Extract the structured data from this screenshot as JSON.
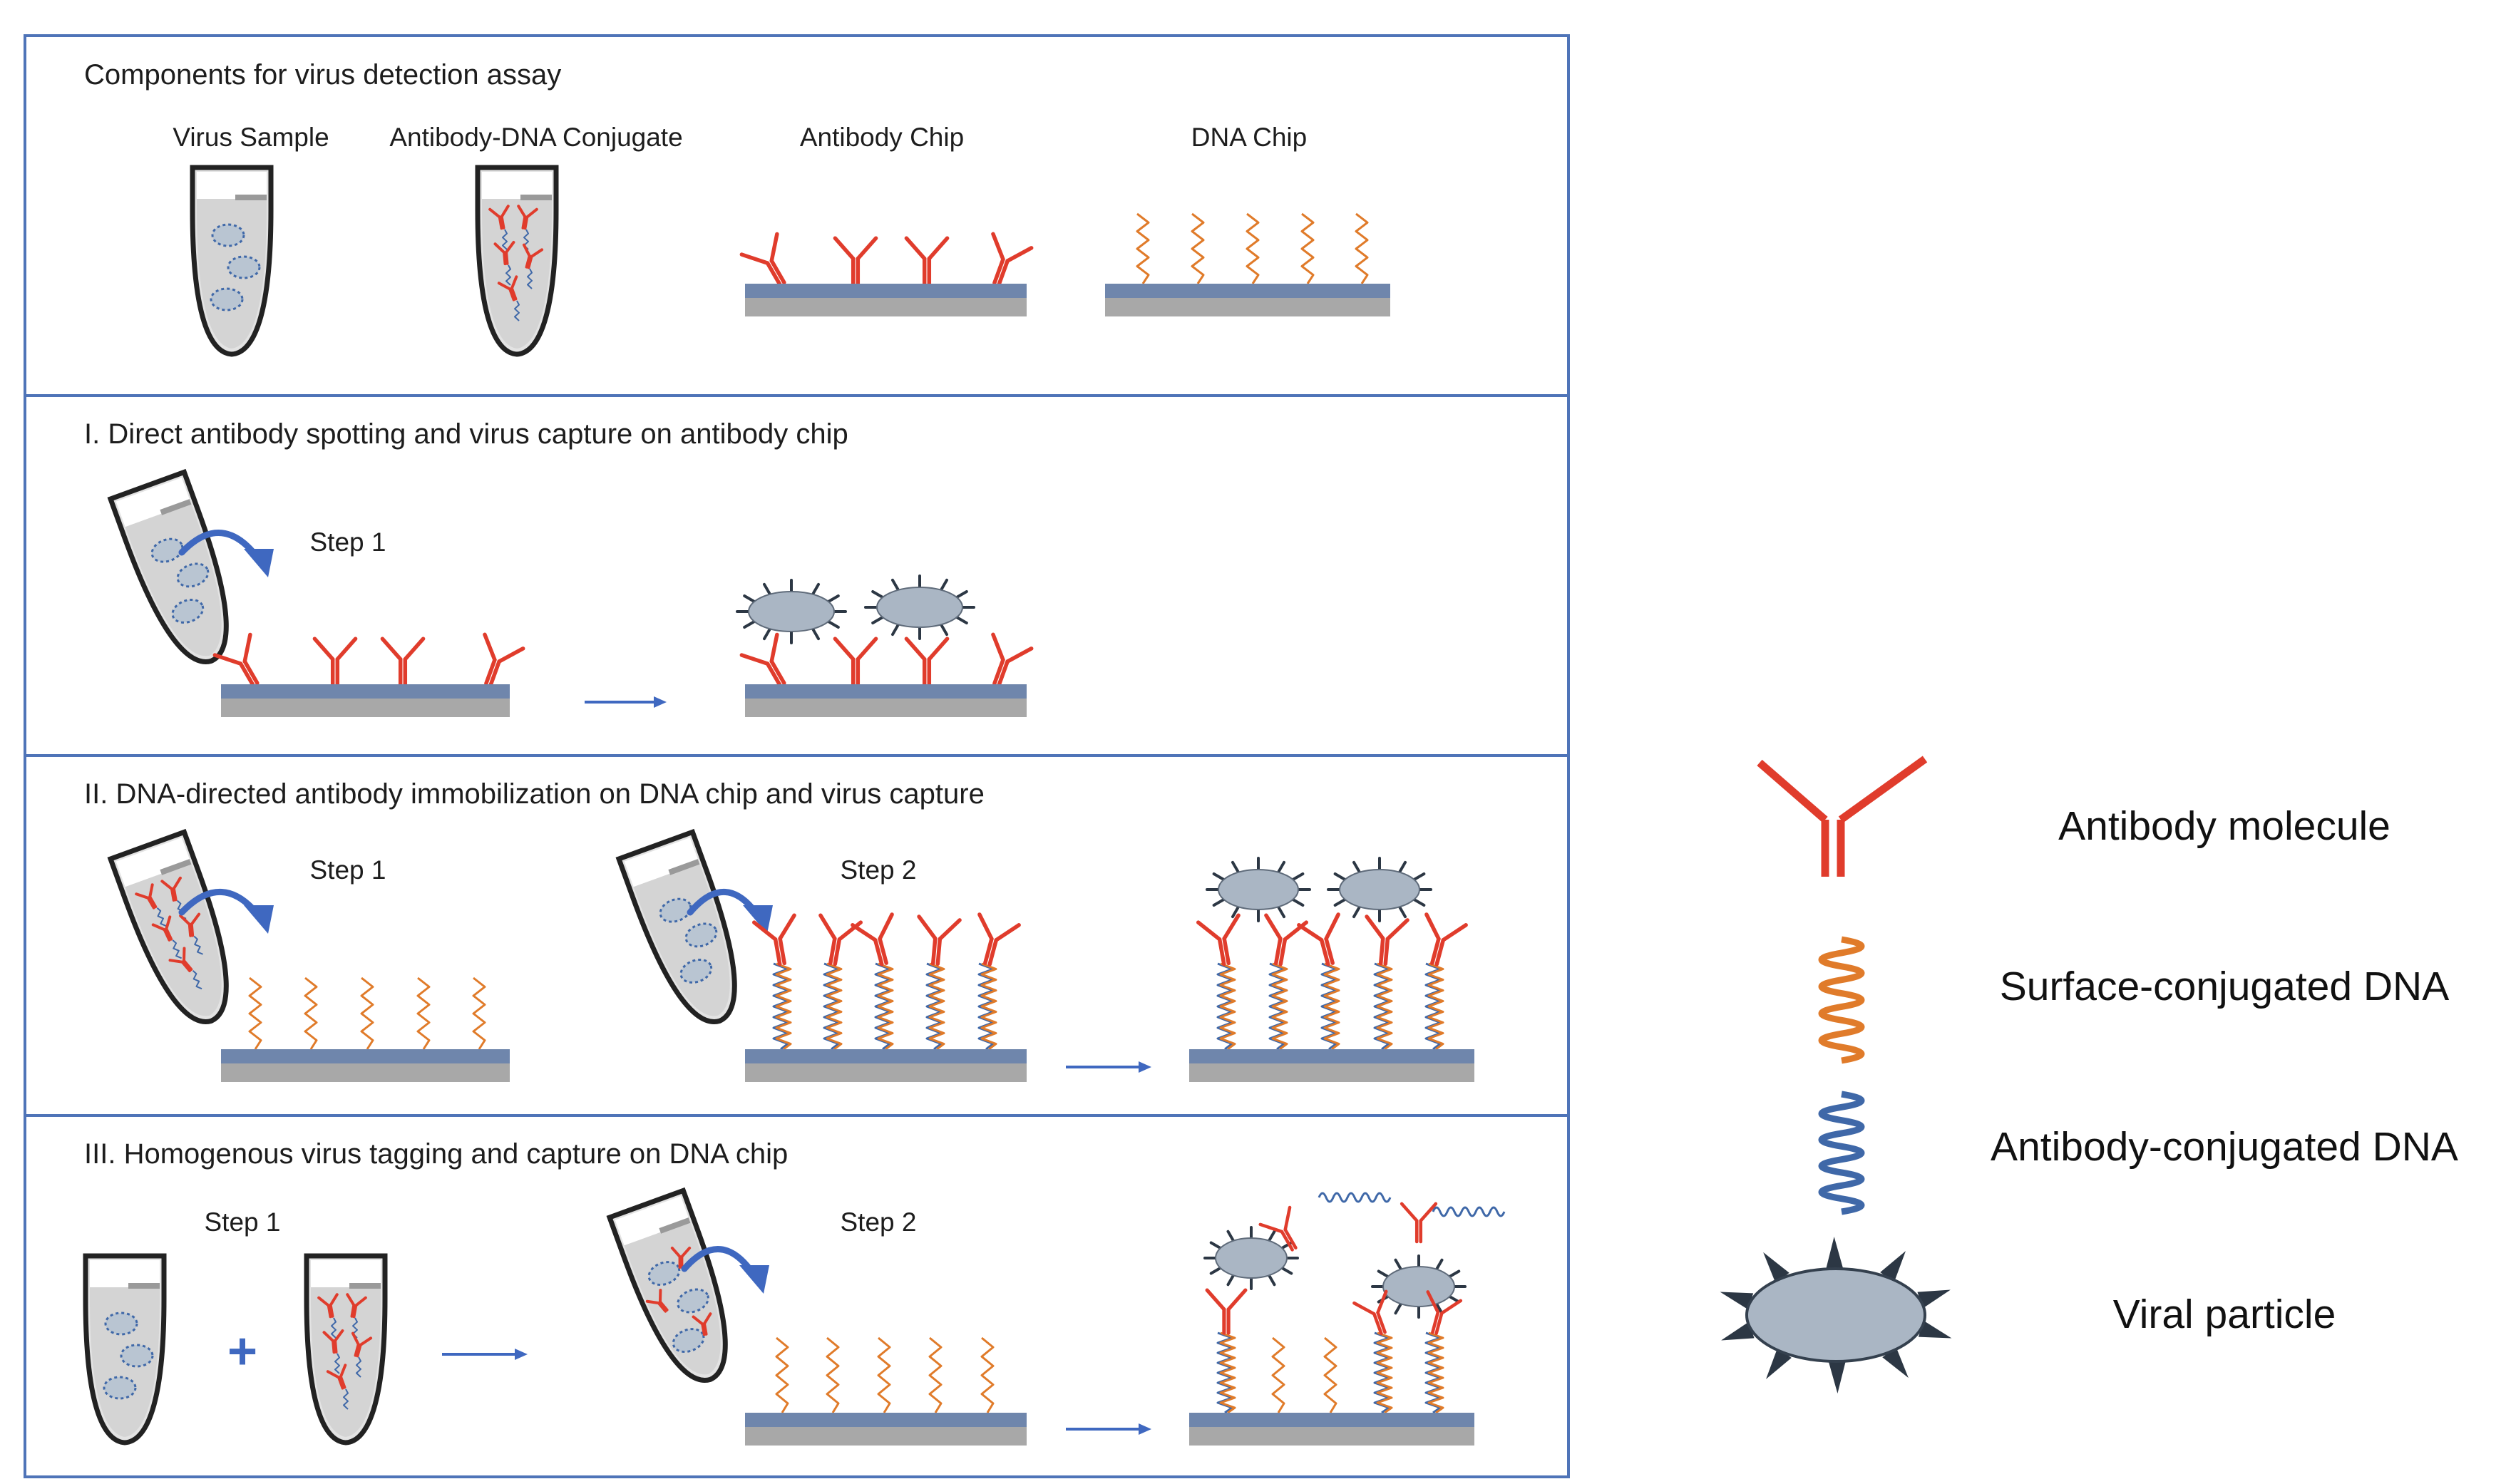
{
  "colors": {
    "panel_border": "#4f74b8",
    "antibody": "#e03c2c",
    "surface_dna": "#e07b2a",
    "antibody_dna": "#3f68a8",
    "virus_fill": "#aab6c4",
    "virus_spike": "#2c3744",
    "chip_top": "#6f86ac",
    "chip_bottom": "#a8a8a8",
    "arrow": "#3f68c0"
  },
  "panels": [
    {
      "title": "Components for virus detection assay",
      "labels": [
        "Virus Sample",
        "Antibody-DNA Conjugate",
        "Antibody Chip",
        "DNA Chip"
      ]
    },
    {
      "title": "I. Direct antibody spotting and virus capture on antibody chip",
      "labels": [
        "Step 1"
      ]
    },
    {
      "title": "II. DNA-directed antibody immobilization on DNA chip and virus capture",
      "labels": [
        "Step 1",
        "Step 2"
      ]
    },
    {
      "title": "III. Homogenous virus tagging and capture on DNA chip",
      "labels": [
        "Step 1",
        "Step 2"
      ],
      "plus": "+"
    }
  ],
  "legend": [
    {
      "icon": "antibody-icon",
      "label": "Antibody molecule"
    },
    {
      "icon": "surface-dna-icon",
      "label": "Surface-conjugated DNA"
    },
    {
      "icon": "antibody-dna-icon",
      "label": "Antibody-conjugated DNA"
    },
    {
      "icon": "viral-particle-icon",
      "label": "Viral particle"
    }
  ]
}
